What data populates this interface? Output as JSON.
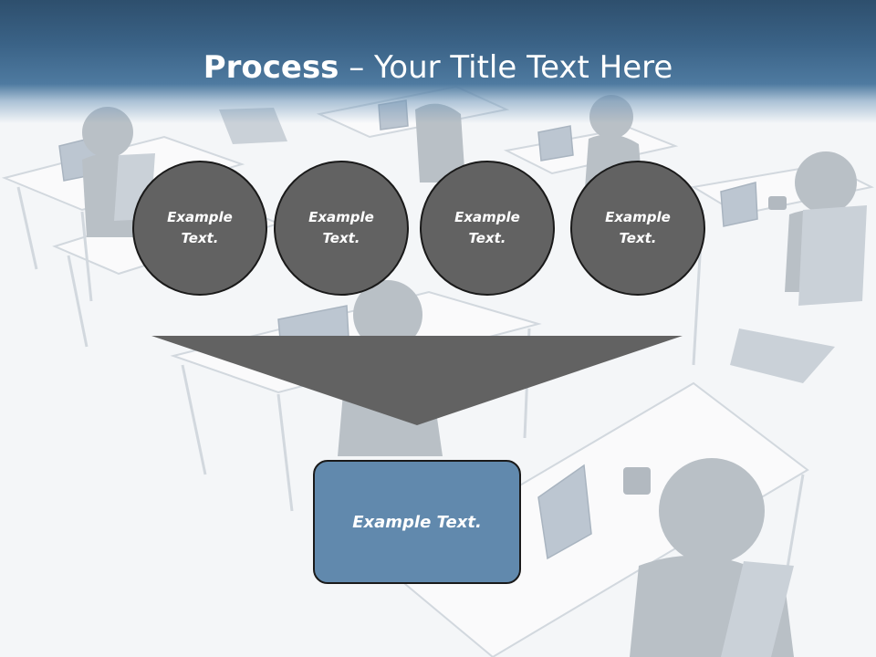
{
  "slide": {
    "title_bold": "Process",
    "title_rest": " – Your Title Text Here",
    "circles": [
      {
        "label": "Example Text."
      },
      {
        "label": "Example Text."
      },
      {
        "label": "Example Text."
      },
      {
        "label": "Example Text."
      }
    ],
    "result_label": "Example Text."
  },
  "colors": {
    "header": "#3a6286",
    "circle_fill": "#626262",
    "funnel_fill": "#626262",
    "result_fill": "#6189ad",
    "outline": "#1a1a1a"
  },
  "background": {
    "description_icon": "office-workers-icon"
  }
}
